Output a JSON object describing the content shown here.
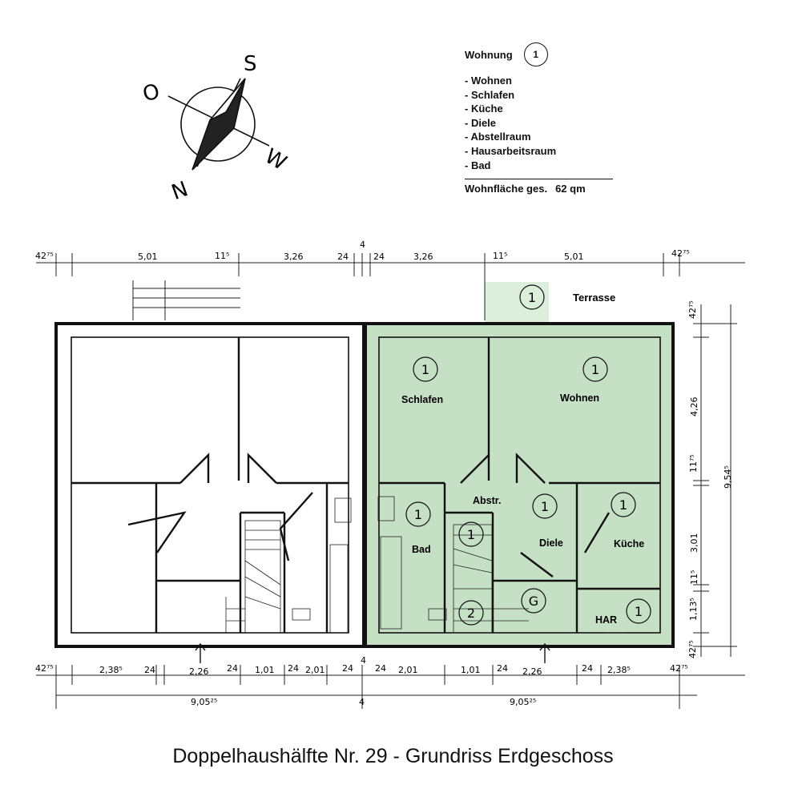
{
  "compass": {
    "north": "N",
    "south": "S",
    "east": "O",
    "west": "W"
  },
  "legend": {
    "title": "Wohnung",
    "badge": "1",
    "items": [
      "- Wohnen",
      "- Schlafen",
      "- Küche",
      "- Diele",
      "- Abstellraum",
      "- Hausarbeitsraum",
      "- Bad"
    ],
    "total_label": "Wohnfläche ges.",
    "total_value": "62 qm"
  },
  "rooms": {
    "schlafen": "Schlafen",
    "wohnen": "Wohnen",
    "bad": "Bad",
    "abstr": "Abstr.",
    "diele": "Diele",
    "kueche": "Küche",
    "har": "HAR",
    "terrasse": "Terrasse",
    "circle_1": "1",
    "circle_2": "2",
    "circle_g": "G"
  },
  "dimensions": {
    "top": [
      "42⁷⁵",
      "5,01",
      "11⁵",
      "3,26",
      "24",
      "4",
      "24",
      "3,26",
      "11⁵",
      "5,01",
      "42⁷⁵"
    ],
    "bottom": [
      "42⁷⁵",
      "2,38⁵",
      "24",
      "2,26",
      "24",
      "1,01",
      "24",
      "2,01",
      "24",
      "4",
      "24",
      "2,01",
      "1,01",
      "24",
      "2,26",
      "24",
      "2,38⁵",
      "42⁷⁵"
    ],
    "bottom_total": [
      "9,05²⁵",
      "4",
      "9,05²⁵"
    ],
    "right": [
      "42⁷⁵",
      "4,26",
      "11⁷⁵",
      "3,01",
      "11⁵",
      "1,13⁵",
      "42⁷⁵"
    ],
    "right_total": "9,54⁵"
  },
  "caption": "Doppelhaushälfte Nr. 29 - Grundriss Erdgeschoss",
  "colors": {
    "highlight": "#c6e0c6",
    "line": "#1a1a1a"
  }
}
